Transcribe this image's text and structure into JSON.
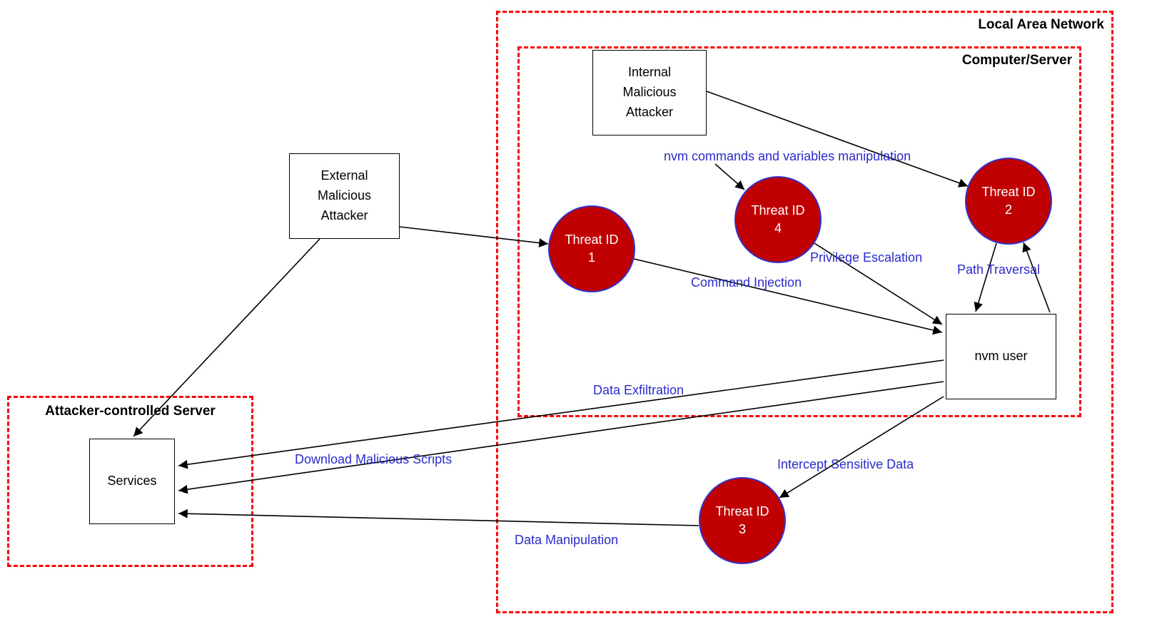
{
  "containers": {
    "lan": {
      "label": "Local Area Network"
    },
    "computer": {
      "label": "Computer/Server"
    },
    "attacker_server": {
      "label": "Attacker-controlled Server"
    }
  },
  "nodes": {
    "internal_attacker": {
      "label": "Internal\nMalicious\nAttacker"
    },
    "external_attacker": {
      "label": "External\nMalicious\nAttacker"
    },
    "nvm_user": {
      "label": "nvm user"
    },
    "services": {
      "label": "Services"
    },
    "threat_1": {
      "label": "Threat ID\n1"
    },
    "threat_2": {
      "label": "Threat ID\n2"
    },
    "threat_3": {
      "label": "Threat ID\n3"
    },
    "threat_4": {
      "label": "Threat ID\n4"
    }
  },
  "edges": {
    "nvm_commands": {
      "label": "nvm commands and variables manipulation"
    },
    "privilege_escalation": {
      "label": "Privilege Escalation"
    },
    "path_traversal": {
      "label": "Path Traversal"
    },
    "command_injection": {
      "label": "Command Injection"
    },
    "data_exfiltration": {
      "label": "Data Exfiltration"
    },
    "download_malicious_scripts": {
      "label": "Download Malicious Scripts"
    },
    "intercept_sensitive_data": {
      "label": "Intercept Sensitive Data"
    },
    "data_manipulation": {
      "label": "Data Manipulation"
    }
  },
  "colors": {
    "container_border": "#ff0000",
    "threat_fill": "#c00000",
    "threat_border": "#3333cc",
    "edge_label": "#2b2bcc",
    "node_border": "#000000",
    "arrow": "#000000"
  }
}
